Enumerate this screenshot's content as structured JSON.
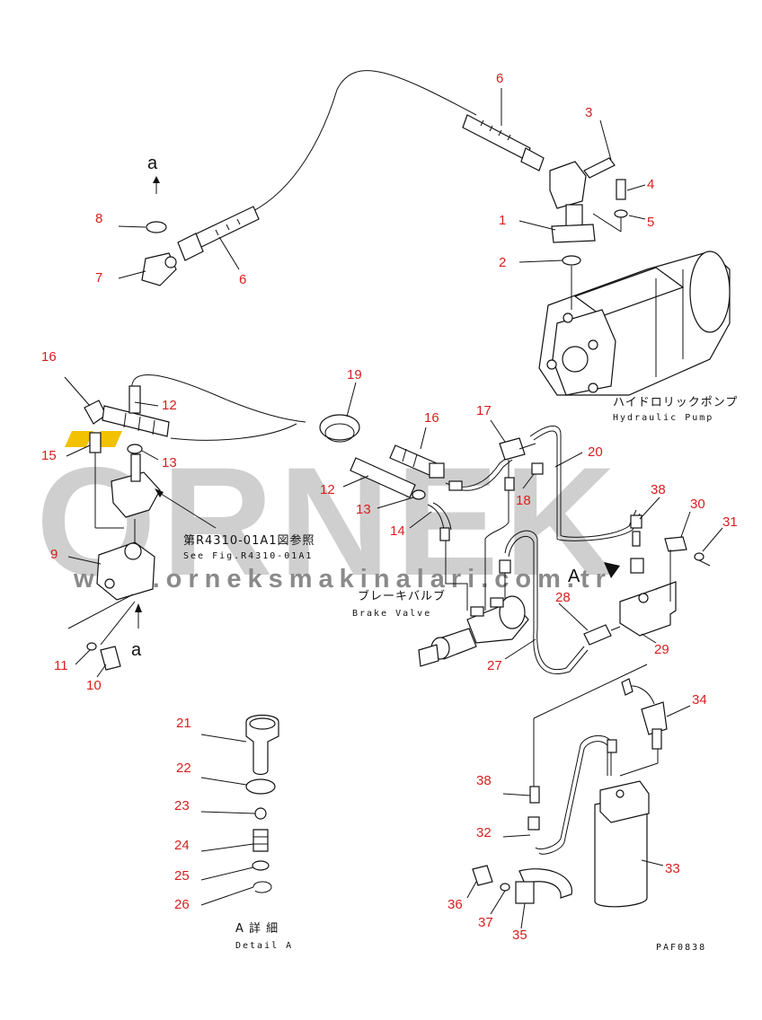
{
  "watermark": {
    "brand": "ORNEK",
    "url": "www.orneksmakinalari.com.tr",
    "accent_color": "#f2c200",
    "brand_color": "#cfcfcf"
  },
  "callouts": [
    "1",
    "2",
    "3",
    "4",
    "5",
    "6",
    "6",
    "7",
    "8",
    "9",
    "10",
    "11",
    "12",
    "12",
    "13",
    "13",
    "14",
    "15",
    "16",
    "16",
    "17",
    "18",
    "19",
    "20",
    "21",
    "22",
    "23",
    "24",
    "25",
    "26",
    "27",
    "28",
    "29",
    "30",
    "31",
    "32",
    "33",
    "34",
    "35",
    "36",
    "37",
    "38",
    "38"
  ],
  "labels": {
    "hydraulic_pump_jp": "ハイドロリックポンプ",
    "hydraulic_pump_en": "Hydraulic Pump",
    "brake_valve_jp": "ブレーキバルブ",
    "brake_valve_en": "Brake Valve",
    "see_fig_jp": "第R4310-01A1図参照",
    "see_fig_en": "See Fig.R4310-01A1",
    "detail_jp": "A 詳 細",
    "detail_en": "Detail A",
    "view_a": "A",
    "arrow_a_top": "a",
    "arrow_a_bottom": "a",
    "drawing_code": "PAF0838"
  },
  "colors": {
    "callout": "#d81e1e",
    "line": "#111111"
  }
}
